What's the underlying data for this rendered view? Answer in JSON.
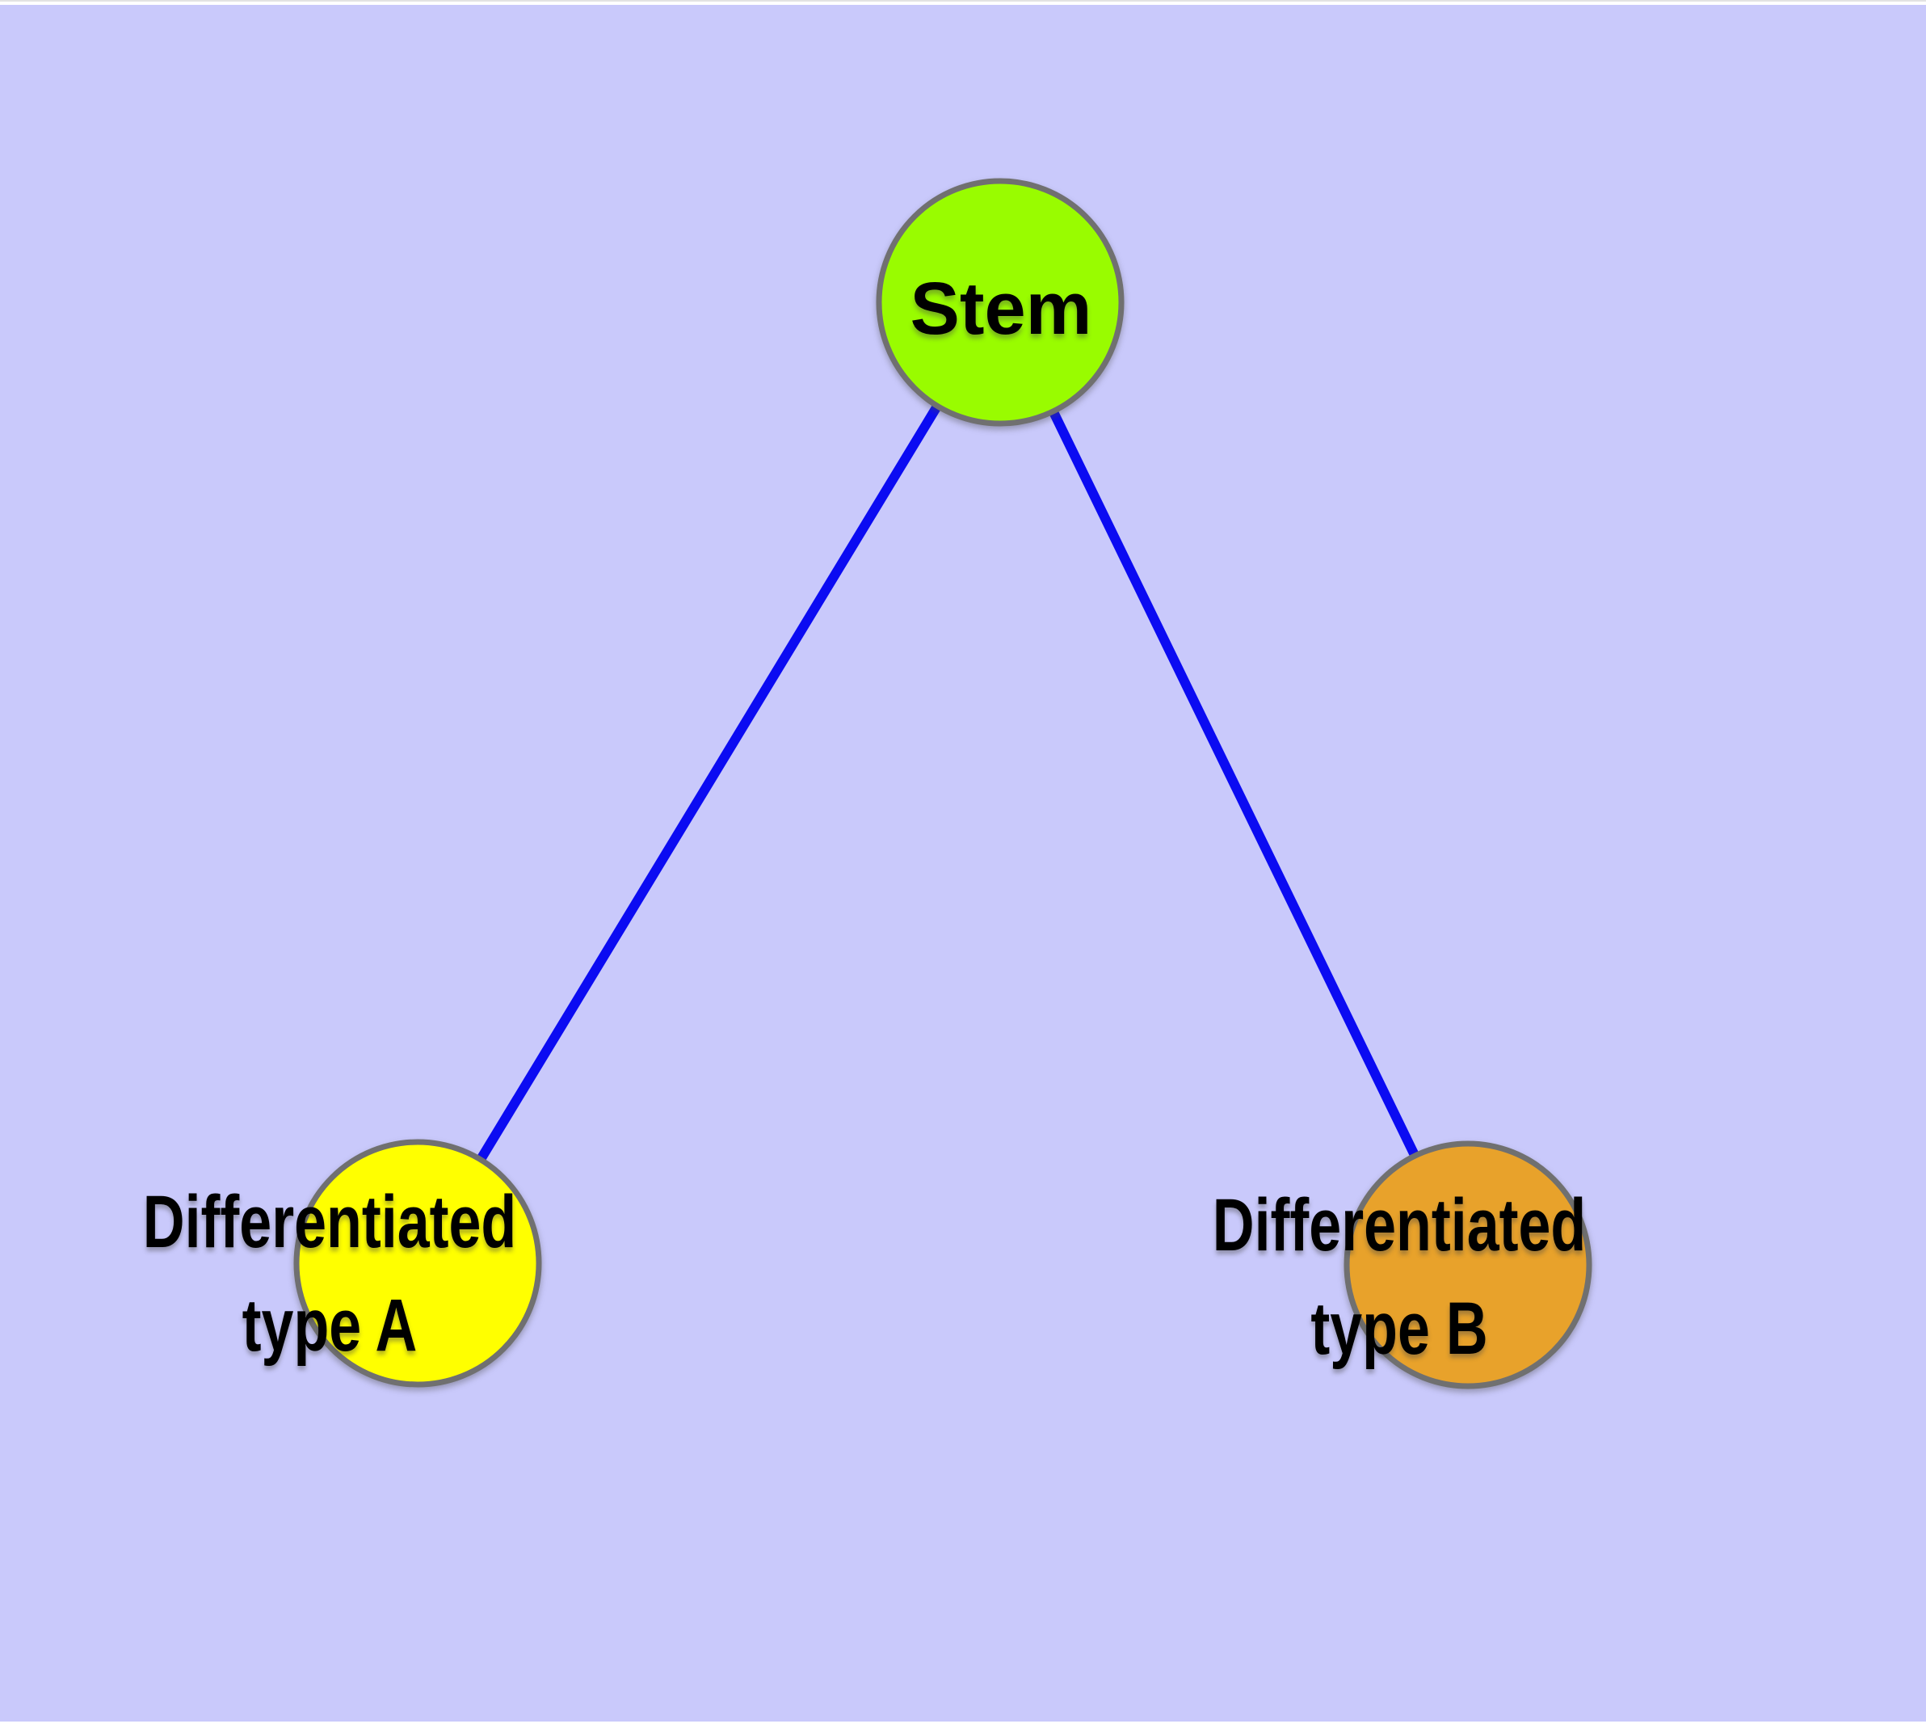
{
  "diagram": {
    "background_color": "#C9C9FB",
    "page_color": "#FFFFFF",
    "edge_color": "#0B0BF2",
    "node_border_color": "#707070",
    "nodes": [
      {
        "id": "stem",
        "label": "Stem",
        "fill": "#99FC00"
      },
      {
        "id": "differentiated-type-a",
        "label_line1": "Differentiated",
        "label_line2": "type A",
        "fill": "#FFFF00"
      },
      {
        "id": "differentiated-type-b",
        "label_line1": "Differentiated",
        "label_line2": "type B",
        "fill": "#E8A22B"
      }
    ],
    "edges": [
      {
        "from": "stem",
        "to": "differentiated-type-a"
      },
      {
        "from": "stem",
        "to": "differentiated-type-b"
      }
    ]
  }
}
